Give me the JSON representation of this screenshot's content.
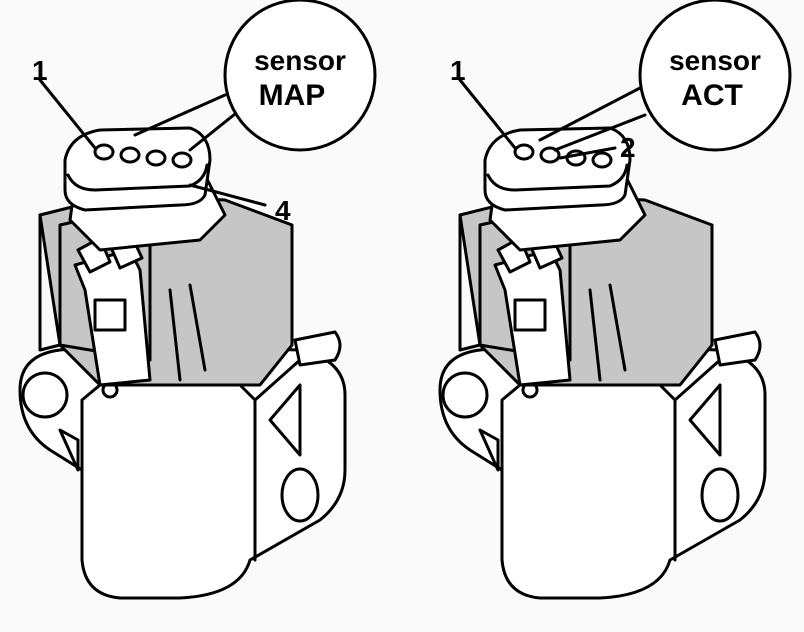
{
  "left_sensor": {
    "callout_line1": "sensor",
    "callout_line2": "MAP",
    "pin_labels": [
      "1",
      "4"
    ]
  },
  "right_sensor": {
    "callout_line1": "sensor",
    "callout_line2": "ACT",
    "pin_labels": [
      "1",
      "2"
    ]
  },
  "colors": {
    "shade": "#c6c6c6",
    "outline": "#000000",
    "background": "#fafafa"
  }
}
